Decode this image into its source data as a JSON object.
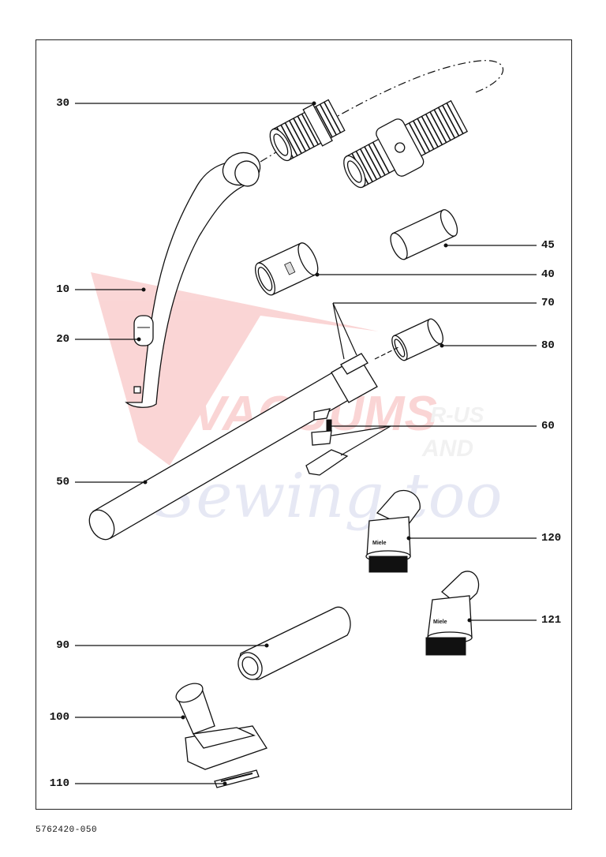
{
  "diagram": {
    "callouts_left": [
      {
        "id": "c30",
        "label": "30"
      },
      {
        "id": "c10",
        "label": "10"
      },
      {
        "id": "c20",
        "label": "20"
      },
      {
        "id": "c50",
        "label": "50"
      },
      {
        "id": "c90",
        "label": "90"
      },
      {
        "id": "c100",
        "label": "100"
      },
      {
        "id": "c110",
        "label": "110"
      }
    ],
    "callouts_right": [
      {
        "id": "c45",
        "label": "45"
      },
      {
        "id": "c40",
        "label": "40"
      },
      {
        "id": "c70",
        "label": "70"
      },
      {
        "id": "c80",
        "label": "80"
      },
      {
        "id": "c60",
        "label": "60"
      },
      {
        "id": "c120",
        "label": "120"
      },
      {
        "id": "c121",
        "label": "121"
      }
    ],
    "document_number": "5762420-050",
    "watermark": {
      "line1": "VACUUMS",
      "line2": "R-US",
      "line3": "AND",
      "line4": "Sewing too"
    },
    "brand_mark": "Miele"
  }
}
